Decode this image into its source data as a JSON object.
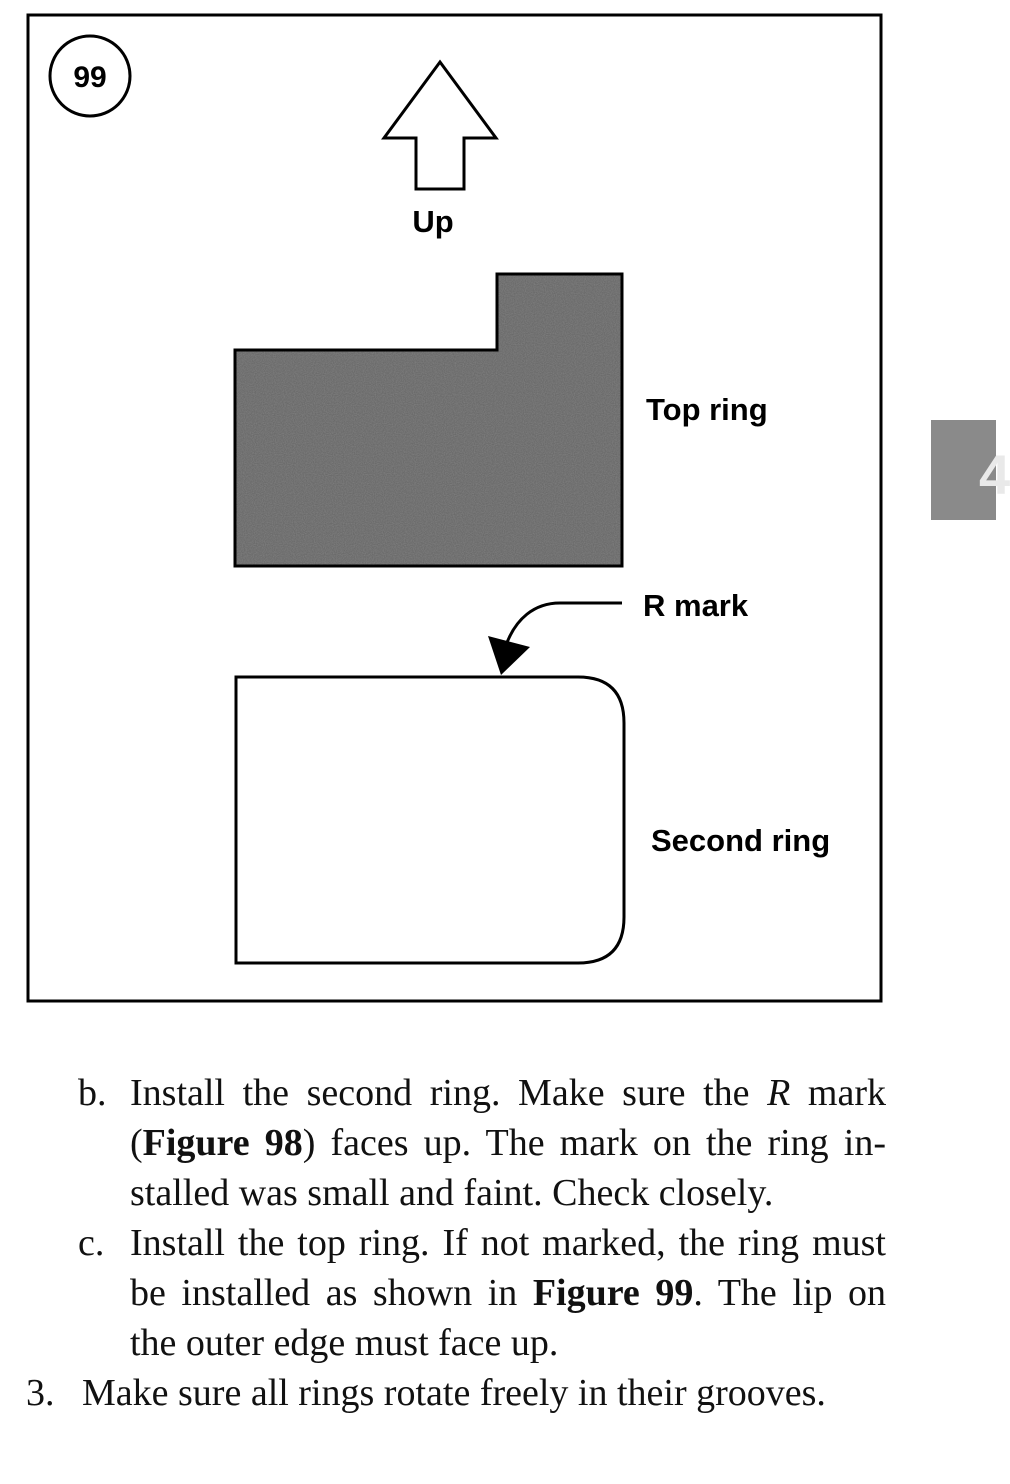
{
  "figure": {
    "number": "99",
    "arrow_label": "Up",
    "labels": {
      "top_ring": "Top ring",
      "r_mark": "R mark",
      "second_ring": "Second ring"
    }
  },
  "side_tab": {
    "text": "4"
  },
  "steps": {
    "b": {
      "marker": "b.",
      "t1": "Install the second ring. Make sure the ",
      "t1_em": "R",
      "t2": " mark (",
      "t2_bold": "Figure 98",
      "t3": ") faces up. The mark on the ring in­stalled was small and faint. Check closely."
    },
    "c": {
      "marker": "c.",
      "t1": "Install the top ring. If not marked, the ring must be installed as shown in ",
      "t1_bold": "Figure 99",
      "t2": ". The lip on the outer edge must face up."
    },
    "s3": {
      "marker": "3.",
      "text": "Make sure all rings rotate freely in their grooves."
    }
  }
}
